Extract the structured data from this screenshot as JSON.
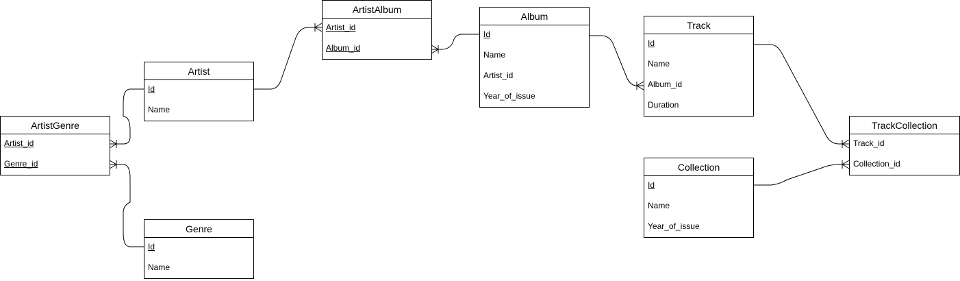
{
  "entities": {
    "artistgenre": {
      "title": "ArtistGenre",
      "fields": [
        "Artist_id",
        "Genre_id"
      ]
    },
    "artist": {
      "title": "Artist",
      "fields": [
        "Id",
        "Name"
      ]
    },
    "genre": {
      "title": "Genre",
      "fields": [
        "Id",
        "Name"
      ]
    },
    "artistalbum": {
      "title": "ArtistAlbum",
      "fields": [
        "Artist_id",
        "Album_id"
      ]
    },
    "album": {
      "title": "Album",
      "fields": [
        "Id",
        "Name",
        "Artist_id",
        "Year_of_issue"
      ]
    },
    "track": {
      "title": "Track",
      "fields": [
        "Id",
        "Name",
        "Album_id",
        "Duration"
      ]
    },
    "collection": {
      "title": "Collection",
      "fields": [
        "Id",
        "Name",
        "Year_of_issue"
      ]
    },
    "trackcollection": {
      "title": "TrackCollection",
      "fields": [
        "Track_id",
        "Collection_id"
      ]
    }
  },
  "colors": {
    "line": "#000000",
    "background": "#ffffff"
  }
}
